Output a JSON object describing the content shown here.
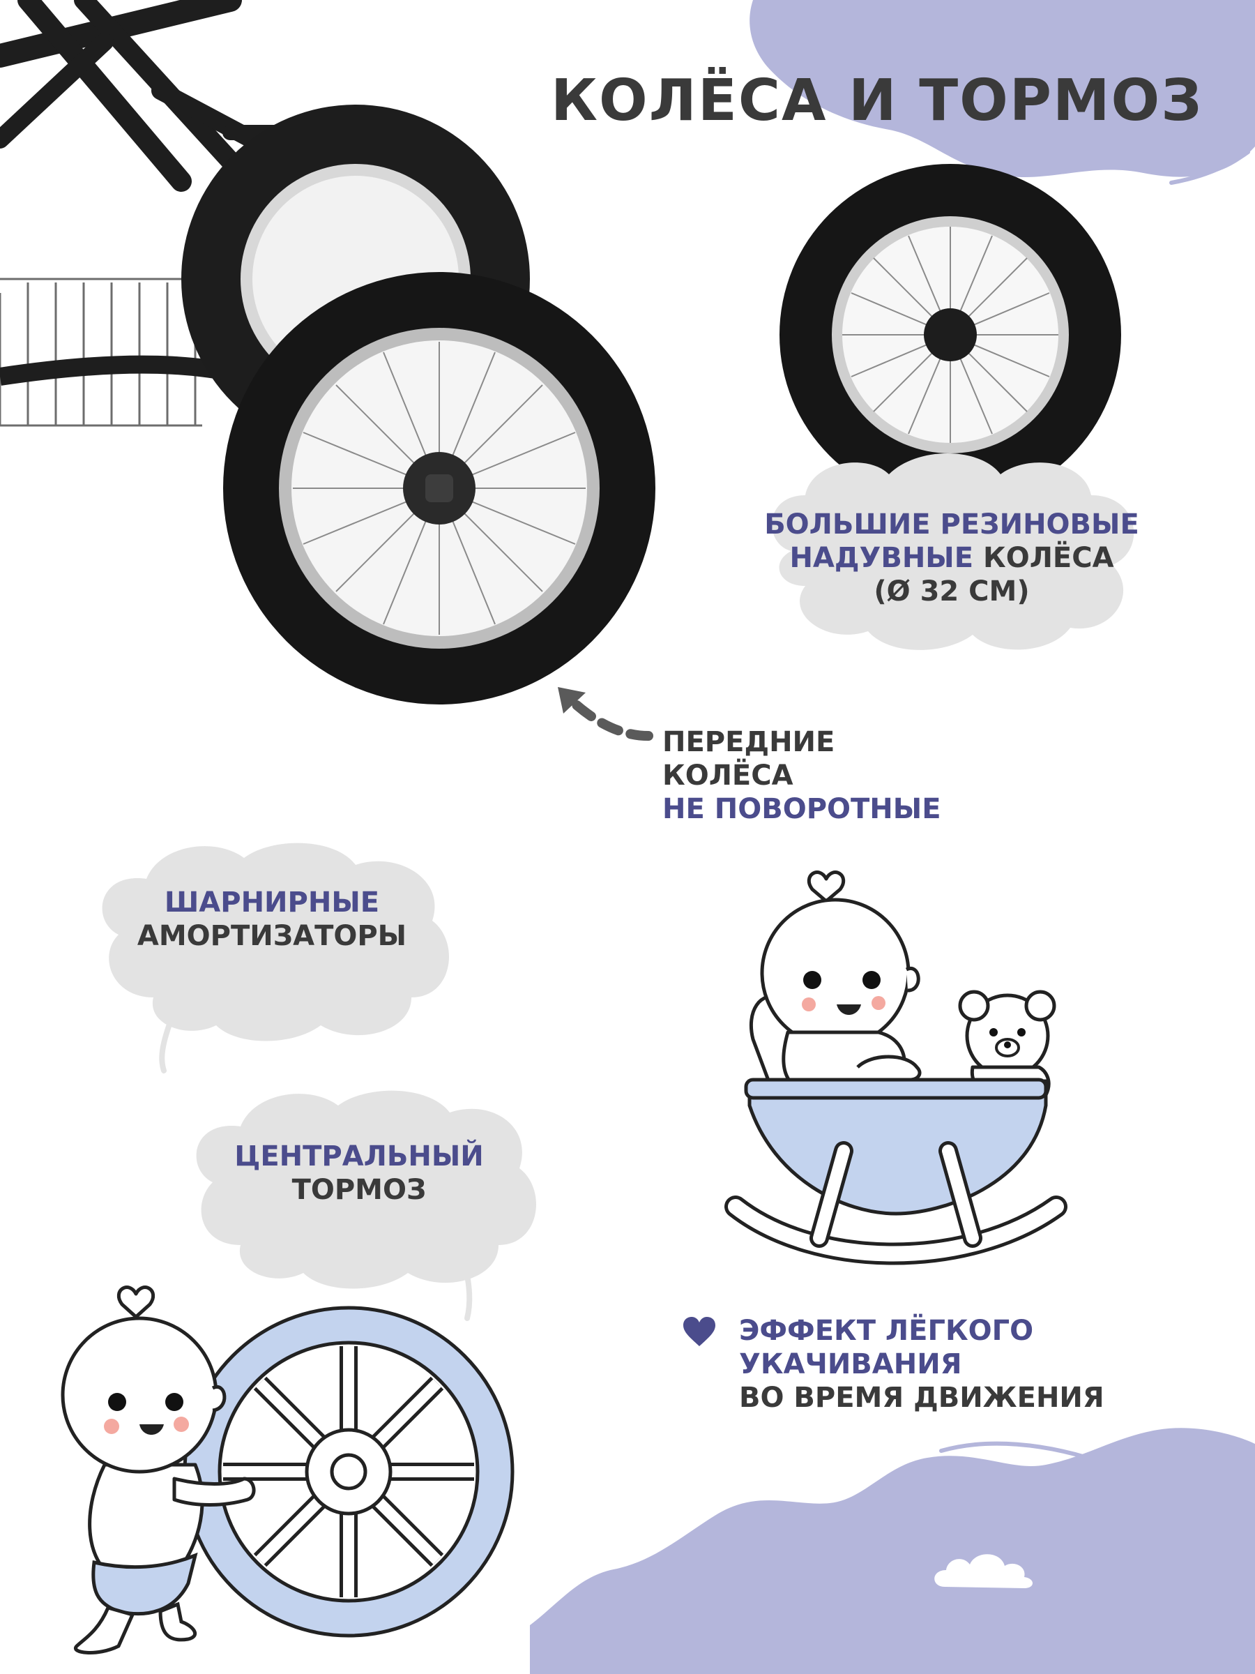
{
  "title": "КОЛЁСА И ТОРМОЗ",
  "colors": {
    "accent": "#4b4c8c",
    "dark": "#3a3a3a",
    "lavender": "#b4b6db",
    "bubble": "#e3e3e3",
    "wheel_blue": "#c3d3ee"
  },
  "features": {
    "big_wheels": {
      "line1_accent": "БОЛЬШИЕ РЕЗИНОВЫЕ",
      "line2_accent": "НАДУВНЫЕ",
      "line2_dark": " КОЛЁСА",
      "line3": "(Ø 32 СМ)"
    },
    "front_wheels": {
      "line1": "ПЕРЕДНИЕ КОЛЁСА",
      "line2": "НЕ ПОВОРОТНЫЕ"
    },
    "shock_absorbers": {
      "line1": "ШАРНИРНЫЕ",
      "line2": "АМОРТИЗАТОРЫ"
    },
    "brake": {
      "line1": "ЦЕНТРАЛЬНЫЙ",
      "line2": "ТОРМОЗ"
    },
    "rocking": {
      "line1": "ЭФФЕКТ ЛЁГКОГО УКАЧИВАНИЯ",
      "line2": "ВО ВРЕМЯ ДВИЖЕНИЯ",
      "icon": "heart-icon"
    }
  },
  "icons": [
    "stroller-wheels-photo",
    "wheel-photo",
    "arrow-icon",
    "baby-in-cradle-illustration",
    "baby-with-wheel-illustration",
    "cloud-icon"
  ]
}
